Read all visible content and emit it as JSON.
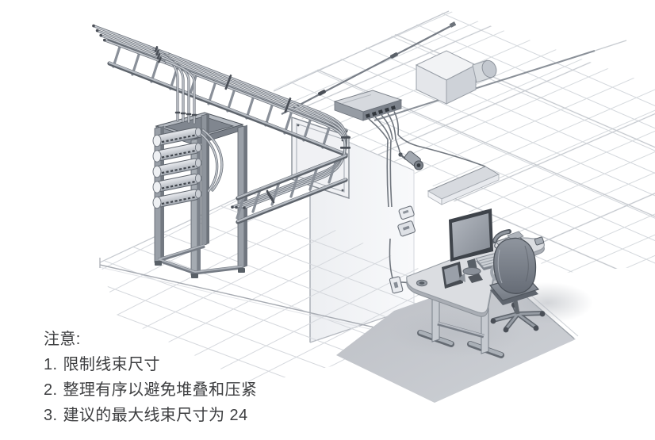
{
  "notes": {
    "heading": "注意:",
    "items": [
      {
        "number": "1.",
        "text": "限制线束尺寸"
      },
      {
        "number": "2.",
        "text": "整理有序以避免堆叠和压紧"
      },
      {
        "number": "3.",
        "text": "建议的最大线束尺寸为 24"
      }
    ]
  },
  "figure": {
    "type": "isometric-cabling-illustration",
    "elements": [
      "cable-ladder",
      "cable-bundles",
      "velcro-ties",
      "open-frame-rack",
      "patch-panels",
      "bend-backboard",
      "ceiling-grid",
      "ceiling-cable-runs",
      "network-switch",
      "hvac-unit",
      "security-camera",
      "light-fixture",
      "wall-plates",
      "wall-outlet",
      "raised-floor-grid",
      "office-floor",
      "office-desk",
      "monitor",
      "keyboard",
      "desk-phone",
      "tablet",
      "pc-tower",
      "office-chair"
    ]
  },
  "colors": {
    "background": "#ffffff",
    "line_dark": "#565c64",
    "metal_mid": "#9aa0a8",
    "metal_light": "#c7cbd1",
    "grid_line": "#d0d5db",
    "office_floor": "#c3c6cc",
    "text": "#3d3e40"
  }
}
